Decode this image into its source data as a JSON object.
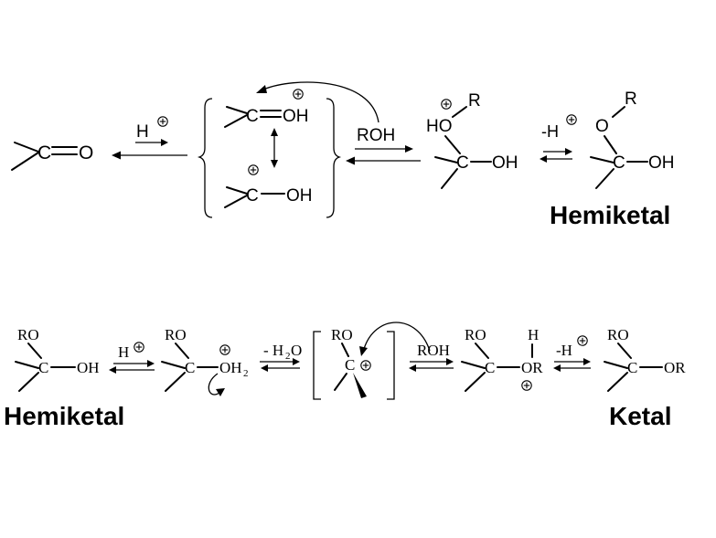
{
  "labels": {
    "o_ketone": "O",
    "c_ketone": "C",
    "h_plus_1": "H",
    "c_top": "C",
    "oh_top": "OH",
    "c_bottom": "C",
    "oh_bottom": "OH",
    "roh_1": "ROH",
    "r_1": "R",
    "ho_1": "HO",
    "c_3": "C",
    "oh_3": "OH",
    "minus_h_1": "-H",
    "r_2": "R",
    "o_2": "O",
    "c_4": "C",
    "oh_4": "OH",
    "hemiketal_title_1": "Hemiketal",
    "ro_5": "RO",
    "c_5": "C",
    "oh_5": "OH",
    "h_plus_2": "H",
    "ro_6": "RO",
    "c_6": "C",
    "oh2_6": "OH",
    "sub_2a": "2",
    "minus_h2o": "- H",
    "sub_2b": "2",
    "o_h2o": "O",
    "ro_7": "RO",
    "c_7": "C",
    "roh_2": "ROH",
    "ro_8": "RO",
    "c_8": "C",
    "h_8": "H",
    "or_8": "OR",
    "minus_h_2": "-H",
    "ro_9": "RO",
    "c_9": "C",
    "or_9": "OR",
    "hemiketal_title_2": "Hemiketal",
    "ketal_title": "Ketal"
  }
}
